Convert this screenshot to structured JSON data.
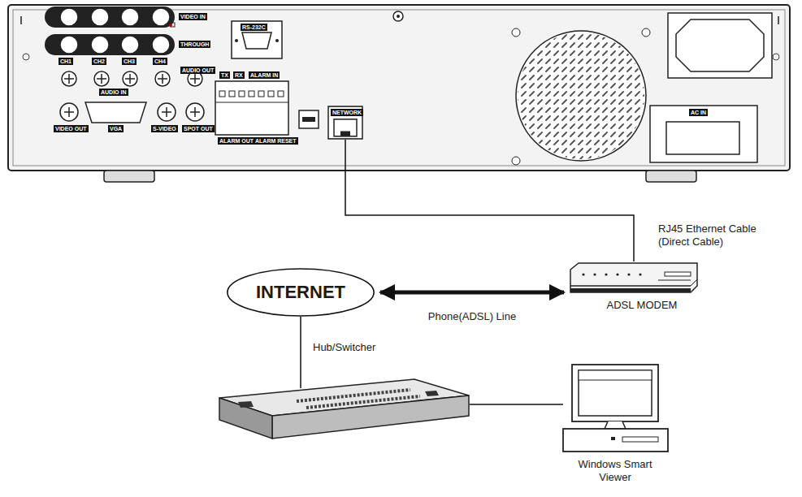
{
  "diagram": {
    "nodes": [
      {
        "text": [
          "NETWORK"
        ]
      },
      {
        "text": [
          "INTERNET"
        ]
      },
      {
        "text": [
          "ADSL MODEM"
        ]
      },
      {
        "text": [
          "Hub/Switcher"
        ]
      },
      {
        "text": [
          "Windows Smart Viewer"
        ]
      }
    ],
    "edges": [
      {
        "from": 0,
        "to": 2,
        "label": "RJ45 Ethernet Cable (Direct Cable)",
        "arrow": "none"
      },
      {
        "from": 1,
        "to": 2,
        "label": "Phone(ADSL) Line",
        "arrow": "both"
      },
      {
        "from": 1,
        "to": 3,
        "arrow": "none"
      },
      {
        "from": 3,
        "to": 4,
        "arrow": "none"
      }
    ],
    "labels": [
      "VIDEO IN",
      "THROUGH",
      "CH1",
      "CH2",
      "CH3",
      "CH4",
      "AUDIO IN",
      "AUDIO OUT",
      "VIDEO OUT",
      "VGA",
      "S-VIDEO",
      "SPOT OUT",
      "RS-232C",
      "TX",
      "RX",
      "ALARM IN",
      "ALARM OUT",
      "ALARM RESET",
      "AC IN"
    ]
  }
}
